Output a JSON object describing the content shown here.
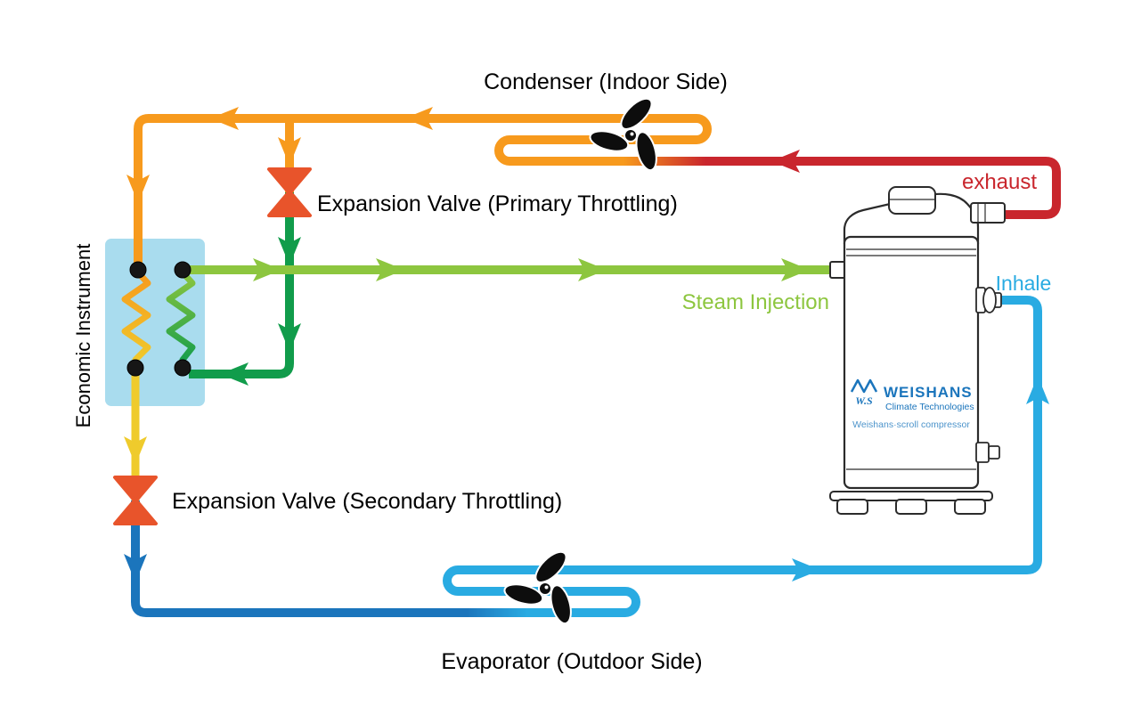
{
  "labels": {
    "condenser": "Condenser (Indoor Side)",
    "exhaust": "exhaust",
    "primary_valve": "Expansion Valve (Primary Throttling)",
    "economizer": "Economic Instrument",
    "steam_injection": "Steam Injection",
    "inhale": "Inhale",
    "secondary_valve": "Expansion Valve (Secondary Throttling)",
    "evaporator": "Evaporator (Outdoor Side)"
  },
  "compressor": {
    "monogram": "W.S",
    "brand": "WEISHANS",
    "brand_tagline": "Climate Technologies",
    "caption": "Weishans·scroll compressor"
  },
  "icons": {
    "condenser_fan": "fan-propeller",
    "evaporator_fan": "fan-propeller",
    "primary_valve": "expansion-valve-bowtie",
    "secondary_valve": "expansion-valve-bowtie"
  },
  "colors": {
    "orange": "#F79A1D",
    "red": "#C9262D",
    "light_green": "#8DC63F",
    "dark_green": "#119C4B",
    "yellow": "#EFCB2C",
    "dark_blue": "#1B75BC",
    "light_blue": "#29ABE2",
    "valve_orange": "#E8542B",
    "economizer_fill": "#A9DCEE",
    "brand_blue": "#1B75BC"
  }
}
